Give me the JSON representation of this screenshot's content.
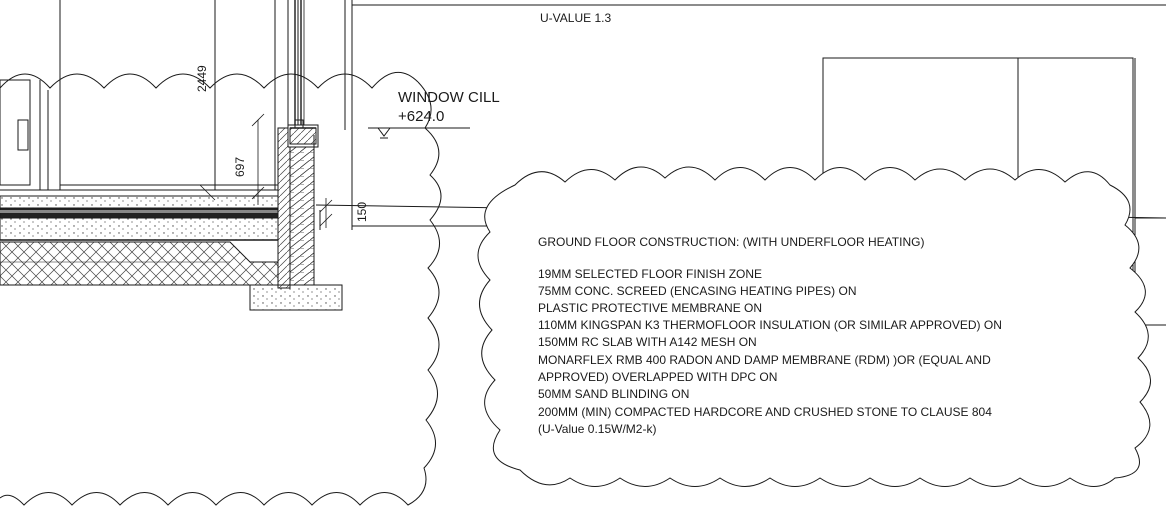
{
  "annotations": {
    "u_value": "U-VALUE 1.3",
    "window_cill_title": "WINDOW CILL",
    "window_cill_level": "+624.0",
    "dim_2449": "2449",
    "dim_697": "697",
    "dim_150": "150"
  },
  "spec_note": {
    "heading": "GROUND FLOOR CONSTRUCTION: (WITH UNDERFLOOR HEATING)",
    "lines": [
      "19MM SELECTED FLOOR FINISH ZONE",
      "75MM CONC. SCREED (ENCASING HEATING PIPES) ON",
      "PLASTIC PROTECTIVE MEMBRANE ON",
      "110MM KINGSPAN K3 THERMOFLOOR INSULATION (OR SIMILAR APPROVED) ON",
      "150MM RC SLAB WITH A142 MESH ON",
      "MONARFLEX RMB 400 RADON AND DAMP MEMBRANE (RDM) )OR (EQUAL AND",
      "APPROVED) OVERLAPPED WITH DPC ON",
      "50MM SAND BLINDING ON",
      "200MM (MIN) COMPACTED HARDCORE  AND CRUSHED STONE TO CLAUSE 804",
      "(U-Value 0.15W/M2-k)"
    ]
  },
  "colors": {
    "line": "#1a1a1a",
    "hatch": "#333333"
  }
}
